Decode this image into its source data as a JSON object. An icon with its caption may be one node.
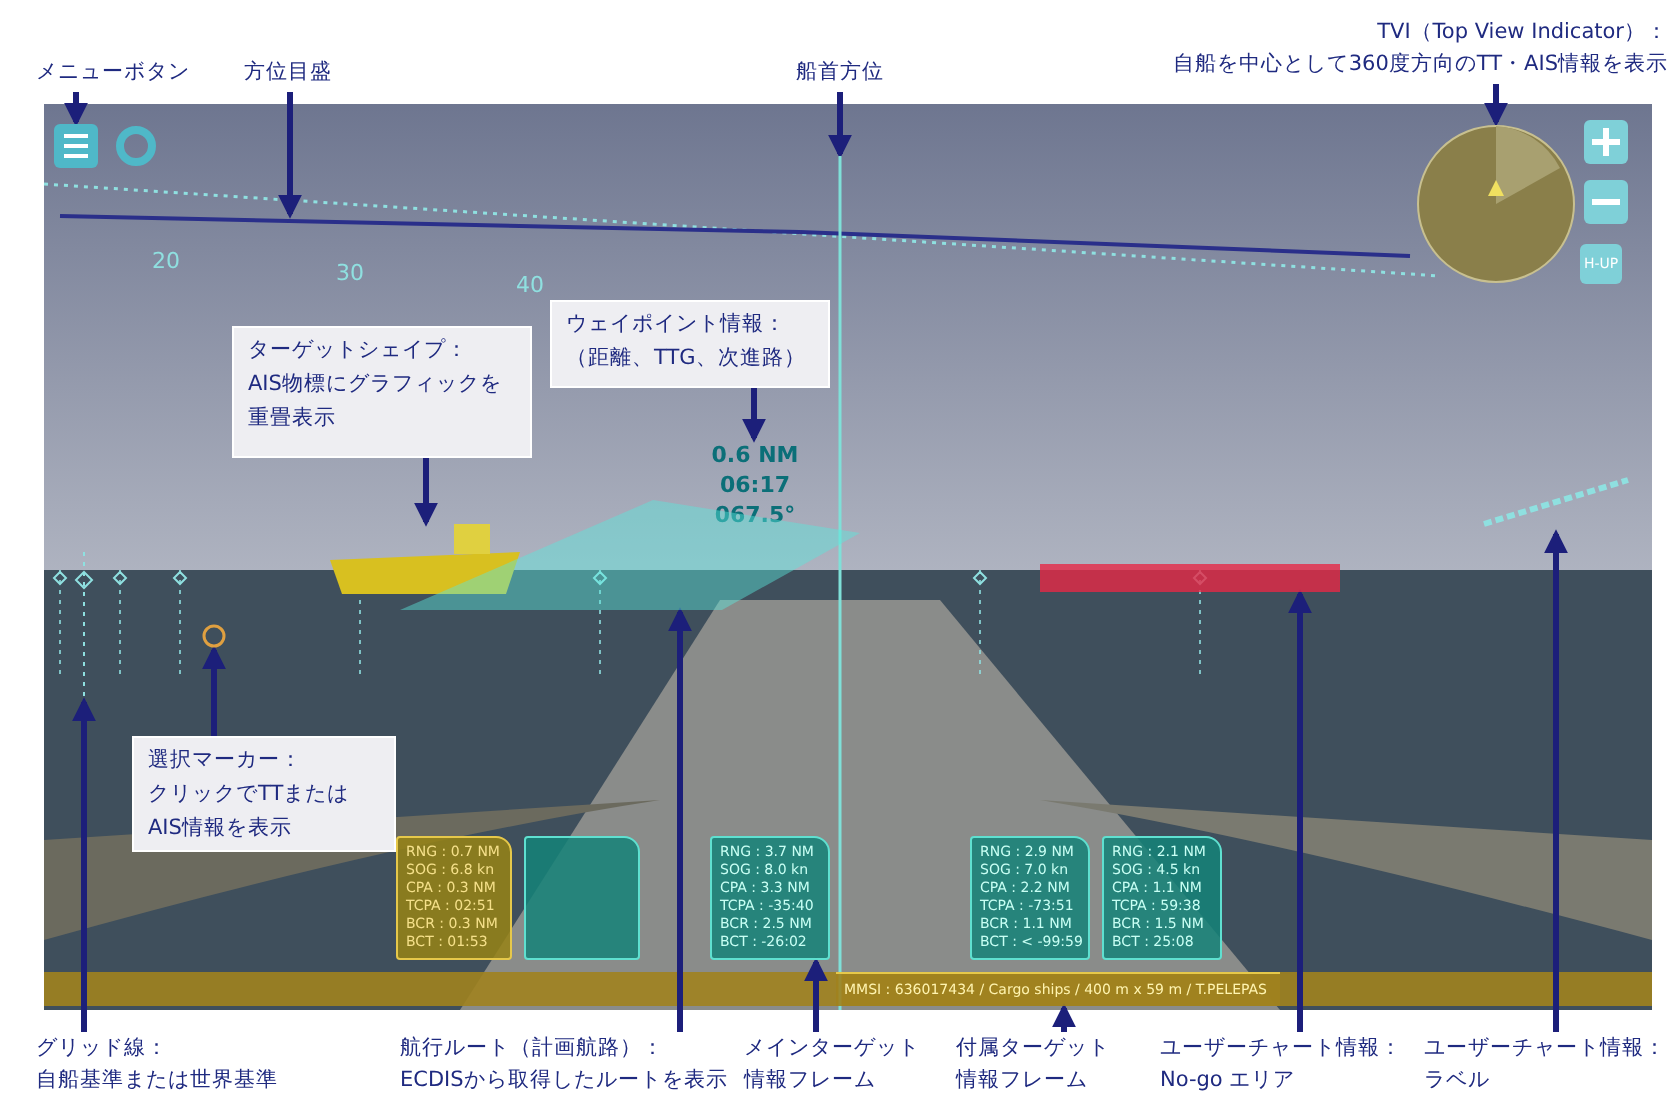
{
  "diagram": {
    "nodes": [
      {
        "text": [
          "メニューボタン"
        ]
      },
      {
        "text": [
          "方位目盛"
        ]
      },
      {
        "text": [
          "船首方位"
        ]
      },
      {
        "text": [
          "TVI（Top View Indicator）：",
          "自船を中心として360度方向のTT・AIS情報を表示"
        ]
      },
      {
        "text": [
          "ターゲットシェイプ：",
          "AIS物標にグラフィックを重畳表示"
        ]
      },
      {
        "text": [
          "ウェイポイント情報：",
          "（距離、TTG、次進路）"
        ]
      },
      {
        "text": [
          "選択マーカー：",
          "クリックでTTまたはAIS情報を表示"
        ]
      },
      {
        "text": [
          "グリッド線：",
          "自船基準または世界基準"
        ]
      },
      {
        "text": [
          "航行ルート（計画航路）：",
          "ECDISから取得したルートを表示"
        ]
      },
      {
        "text": [
          "メインターゲット情報フレーム"
        ]
      },
      {
        "text": [
          "付属ターゲット情報フレーム"
        ]
      },
      {
        "text": [
          "ユーザーチャート情報：",
          "No-go エリア"
        ]
      },
      {
        "text": [
          "ユーザーチャート情報：",
          "ラベル"
        ]
      },
      {
        "text": [],
        "shape": "box"
      },
      {
        "text": [],
        "shape": "bar"
      },
      {
        "text": [],
        "shape": "bar"
      },
      {
        "text": [],
        "shape": "circle"
      },
      {
        "text": [],
        "shape": "picture"
      },
      {
        "text": [
          "0.6 NM",
          "06:17",
          "067.5°"
        ]
      },
      {
        "text": [],
        "shape": "circle"
      },
      {
        "text": [],
        "shape": "bar"
      },
      {
        "text": [],
        "shape": "bar"
      },
      {
        "text": [
          "RNG : 0.7 NM",
          "SOG : 6.8 kn",
          "CPA : 0.3 NM",
          "TCPA : 02:51",
          "BCR : 0.3 NM",
          "BCT : 01:53"
        ]
      },
      {
        "text": [],
        "shape": "box"
      },
      {
        "text": [
          "RNG : 3.7 NM",
          "SOG : 8.0 kn",
          "CPA : 3.3 NM",
          "TCPA : -35:40",
          "BCR : 2.5 NM",
          "BCT : -26:02"
        ]
      },
      {
        "text": [
          "RNG : 2.9 NM",
          "SOG : 7.0 kn",
          "CPA : 2.2 NM",
          "TCPA : -73:51",
          "BCR : 1.1 NM",
          "BCT : < -99:59"
        ]
      },
      {
        "text": [
          "RNG : 2.1 NM",
          "SOG : 4.5 kn",
          "CPA : 1.1 NM",
          "TCPA : 59:38",
          "BCR : 1.5 NM",
          "BCT : 25:08"
        ]
      },
      {
        "text": [
          "MMSI : 636017434 / Cargo ships / 400 m x 59 m / T.PELEPAS"
        ]
      },
      {
        "text": [],
        "shape": "bar"
      },
      {
        "text": [],
        "shape": "box"
      }
    ],
    "edges": [
      {
        "from": 0,
        "to": 13,
        "arrow": "to"
      },
      {
        "from": 1,
        "to": 14,
        "arrow": "to"
      },
      {
        "from": 2,
        "to": 15,
        "arrow": "to"
      },
      {
        "from": 3,
        "to": 16,
        "arrow": "to"
      },
      {
        "from": 4,
        "to": 17,
        "arrow": "to"
      },
      {
        "from": 5,
        "to": 18,
        "arrow": "to"
      },
      {
        "from": 6,
        "to": 19,
        "arrow": "to"
      },
      {
        "from": 7,
        "to": 20,
        "arrow": "to"
      },
      {
        "from": 8,
        "to": 21,
        "arrow": "to"
      },
      {
        "from": 9,
        "to": 24,
        "arrow": "to"
      },
      {
        "from": 10,
        "to": 27,
        "arrow": "to"
      },
      {
        "from": 11,
        "to": 28,
        "arrow": "to"
      },
      {
        "from": 12,
        "to": 29,
        "arrow": "to"
      }
    ],
    "labels": [
      "20",
      "30",
      "40",
      "H-UP"
    ]
  }
}
